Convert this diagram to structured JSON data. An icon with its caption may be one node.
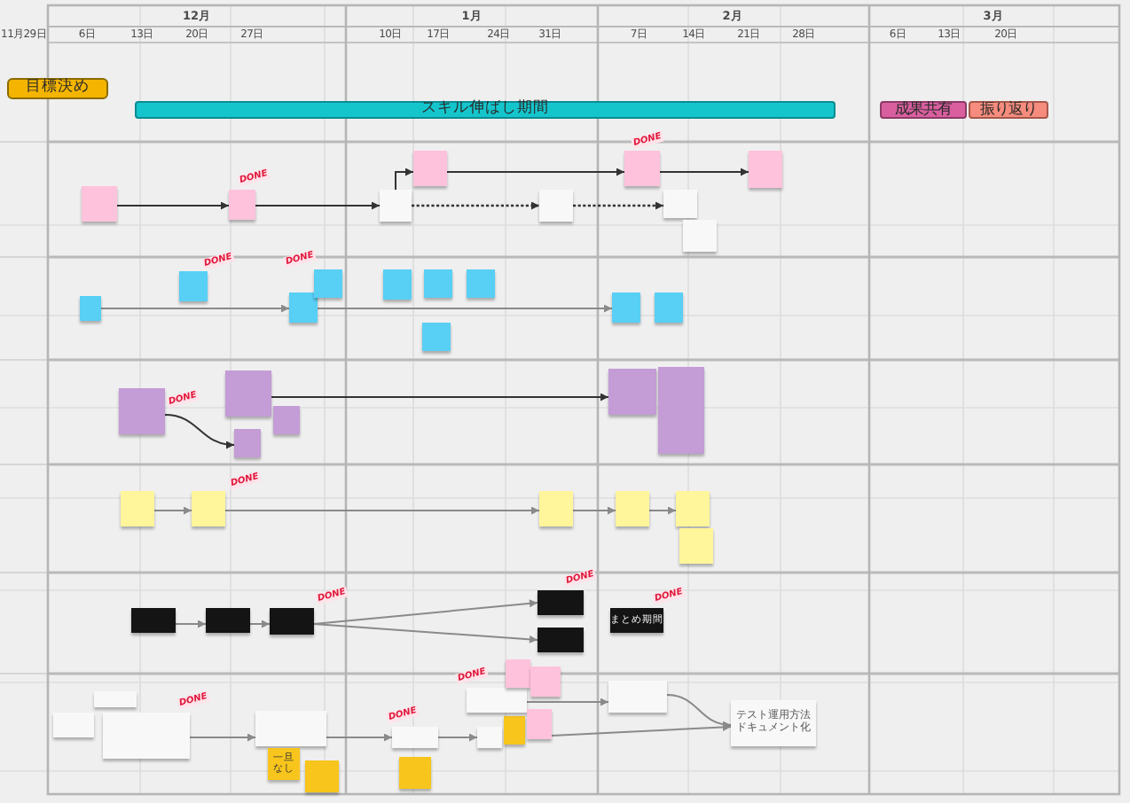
{
  "diagram": {
    "nodes": [
      {
        "text": [
          "目標決め"
        ]
      },
      {
        "text": [
          "スキル伸ばし期間"
        ]
      },
      {
        "text": [
          "成果共有"
        ]
      },
      {
        "text": [
          "振り返り"
        ]
      },
      {
        "text": [],
        "shape": "box"
      },
      {
        "text": [],
        "shape": "box",
        "beside": [
          "DONE"
        ]
      },
      {
        "text": [],
        "shape": "box"
      },
      {
        "text": [],
        "shape": "box"
      },
      {
        "text": [],
        "shape": "box"
      },
      {
        "text": [],
        "shape": "box",
        "beside": [
          "DONE"
        ]
      },
      {
        "text": [],
        "shape": "box"
      },
      {
        "text": [],
        "shape": "box"
      },
      {
        "text": [],
        "shape": "box"
      },
      {
        "text": [],
        "shape": "box"
      },
      {
        "text": [],
        "shape": "box",
        "beside": [
          "DONE"
        ]
      },
      {
        "text": [],
        "shape": "box"
      },
      {
        "text": [],
        "shape": "box",
        "beside": [
          "DONE"
        ]
      },
      {
        "text": [],
        "shape": "box"
      },
      {
        "text": [],
        "shape": "box"
      },
      {
        "text": [],
        "shape": "box"
      },
      {
        "text": [],
        "shape": "box"
      },
      {
        "text": [],
        "shape": "box"
      },
      {
        "text": [],
        "shape": "box"
      },
      {
        "text": [],
        "shape": "box",
        "beside": [
          "DONE"
        ]
      },
      {
        "text": [],
        "shape": "box"
      },
      {
        "text": [],
        "shape": "box"
      },
      {
        "text": [],
        "shape": "box"
      },
      {
        "text": [],
        "shape": "box"
      },
      {
        "text": [],
        "shape": "box"
      },
      {
        "text": [],
        "shape": "box"
      },
      {
        "text": [],
        "shape": "box"
      },
      {
        "text": [],
        "shape": "box",
        "beside": [
          "DONE"
        ]
      },
      {
        "text": [],
        "shape": "box"
      },
      {
        "text": [],
        "shape": "box"
      },
      {
        "text": [],
        "shape": "box"
      },
      {
        "text": [],
        "shape": "box"
      },
      {
        "text": [],
        "shape": "box"
      },
      {
        "text": [],
        "shape": "box"
      },
      {
        "text": [],
        "shape": "box",
        "beside": [
          "DONE"
        ]
      },
      {
        "text": [],
        "shape": "box",
        "beside": [
          "DONE"
        ]
      },
      {
        "text": [],
        "shape": "box"
      },
      {
        "text": [
          "まとめ期間"
        ],
        "beside": [
          "DONE"
        ]
      },
      {
        "text": [],
        "shape": "box"
      },
      {
        "text": [],
        "shape": "box"
      },
      {
        "text": [],
        "shape": "box",
        "beside": [
          "DONE"
        ]
      },
      {
        "text": [],
        "shape": "box"
      },
      {
        "text": [
          "一旦なし"
        ]
      },
      {
        "text": [],
        "shape": "box"
      },
      {
        "text": [],
        "shape": "box",
        "beside": [
          "DONE"
        ]
      },
      {
        "text": [],
        "shape": "box"
      },
      {
        "text": [],
        "shape": "box"
      },
      {
        "text": [],
        "shape": "box"
      },
      {
        "text": [],
        "shape": "box",
        "beside": [
          "DONE"
        ]
      },
      {
        "text": [],
        "shape": "box"
      },
      {
        "text": [],
        "shape": "box"
      },
      {
        "text": [],
        "shape": "box"
      },
      {
        "text": [],
        "shape": "box"
      },
      {
        "text": [
          "テスト運用方法ドキュメント化"
        ]
      }
    ],
    "edges": [
      {
        "from": 4,
        "to": 5,
        "arrow": "to",
        "color": "#333333"
      },
      {
        "from": 5,
        "to": 6,
        "arrow": "to",
        "color": "#333333"
      },
      {
        "from": 6,
        "to": 7,
        "arrow": "to",
        "color": "#333333"
      },
      {
        "from": 7,
        "to": 9,
        "arrow": "to",
        "color": "#333333"
      },
      {
        "from": 9,
        "to": 10,
        "arrow": "to",
        "color": "#333333"
      },
      {
        "from": 6,
        "to": 8,
        "arrow": "to",
        "style": "dashed",
        "color": "#333333"
      },
      {
        "from": 8,
        "to": 11,
        "arrow": "to",
        "style": "dashed",
        "color": "#333333"
      },
      {
        "from": 13,
        "to": 15,
        "arrow": "to"
      },
      {
        "from": 15,
        "to": 21,
        "arrow": "to"
      },
      {
        "from": 23,
        "to": 24,
        "arrow": "to",
        "color": "#333333"
      },
      {
        "from": 25,
        "to": 27,
        "arrow": "to",
        "color": "#333333"
      },
      {
        "from": 30,
        "to": 31,
        "arrow": "to"
      },
      {
        "from": 31,
        "to": 32,
        "arrow": "to"
      },
      {
        "from": 32,
        "to": 33,
        "arrow": "to"
      },
      {
        "from": 33,
        "to": 34,
        "arrow": "to"
      },
      {
        "from": 36,
        "to": 37,
        "arrow": "to"
      },
      {
        "from": 37,
        "to": 38,
        "arrow": "to"
      },
      {
        "from": 38,
        "to": 39,
        "arrow": "to"
      },
      {
        "from": 38,
        "to": 40,
        "arrow": "to"
      },
      {
        "from": 44,
        "to": 45,
        "arrow": "to"
      },
      {
        "from": 45,
        "to": 48,
        "arrow": "to"
      },
      {
        "from": 48,
        "to": 50,
        "arrow": "to"
      },
      {
        "from": 52,
        "to": 56,
        "arrow": "to"
      },
      {
        "from": 56,
        "to": 57,
        "arrow": "to"
      },
      {
        "from": 55,
        "to": 57,
        "arrow": "to"
      }
    ],
    "labels": [
      "12月",
      "1月",
      "2月",
      "3月",
      "11月29日",
      "6日",
      "13日",
      "20日",
      "27日",
      "10日",
      "17日",
      "24日",
      "31日",
      "7日",
      "14日",
      "21日",
      "28日",
      "6日",
      "13日",
      "20日"
    ]
  }
}
